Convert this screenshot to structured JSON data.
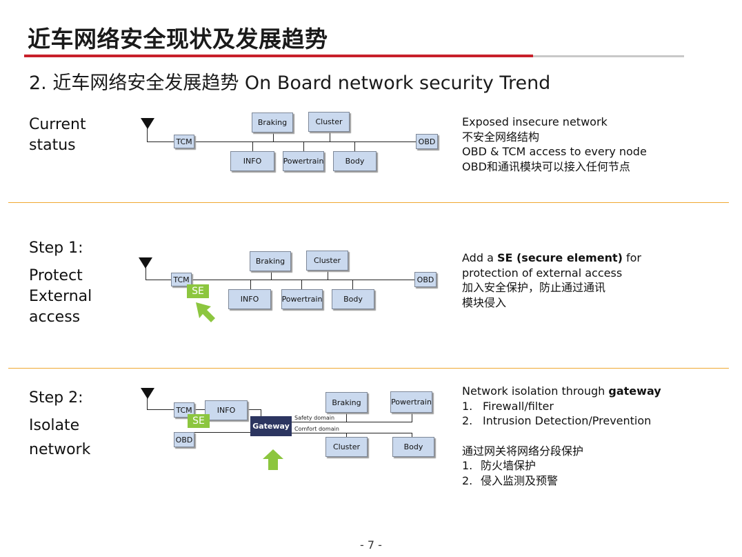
{
  "title": "近车网络安全现状及发展趋势",
  "subtitle": "2. 近车网络安全发展趋势 On Board network security Trend",
  "colors": {
    "accent_red": "#c8202a",
    "divider_orange": "#f0a830",
    "box_fill": "#cad9ee",
    "se_green": "#8cc63f",
    "gateway_navy": "#2c3560"
  },
  "rows": [
    {
      "label_lines": [
        "Current",
        "status"
      ],
      "nodes": {
        "braking": "Braking",
        "cluster": "Cluster",
        "tcm": "TCM",
        "obd": "OBD",
        "info": "INFO",
        "powertrain": "Powertrain",
        "body": "Body"
      },
      "desc_lines": [
        "Exposed insecure network",
        "不安全网络结构",
        "OBD & TCM access to every node",
        "OBD和通讯模块可以接入任何节点"
      ]
    },
    {
      "label_lines": [
        "Step 1:",
        "Protect",
        "External",
        "access"
      ],
      "nodes": {
        "braking": "Braking",
        "cluster": "Cluster",
        "tcm": "TCM",
        "se": "SE",
        "obd": "OBD",
        "info": "INFO",
        "powertrain": "Powertrain",
        "body": "Body"
      },
      "desc": {
        "line1_pre": "Add a ",
        "line1_bold": "SE (secure element)",
        "line1_post": " for",
        "line2": "protection of external access",
        "line3": "加入安全保护，防止通过通讯",
        "line4": "模块侵入"
      }
    },
    {
      "label_lines": [
        "Step 2:",
        "Isolate",
        "network"
      ],
      "nodes": {
        "tcm": "TCM",
        "info": "INFO",
        "se": "SE",
        "obd": "OBD",
        "gateway": "Gateway",
        "safety_domain": "Safety domain",
        "comfort_domain": "Comfort domain",
        "braking": "Braking",
        "powertrain": "Powertrain",
        "cluster": "Cluster",
        "body": "Body"
      },
      "desc": {
        "heading_pre": "Network isolation through ",
        "heading_bold": "gateway",
        "items_en": [
          {
            "num": "1.",
            "text": "Firewall/filter"
          },
          {
            "num": "2.",
            "text": "Intrusion Detection/Prevention"
          }
        ],
        "heading_cn": "通过网关将网络分段保护",
        "items_cn": [
          {
            "num": "1.",
            "text": "防火墙保护"
          },
          {
            "num": "2.",
            "text": "侵入监测及预警"
          }
        ]
      }
    }
  ],
  "page_number": "- 7 -"
}
